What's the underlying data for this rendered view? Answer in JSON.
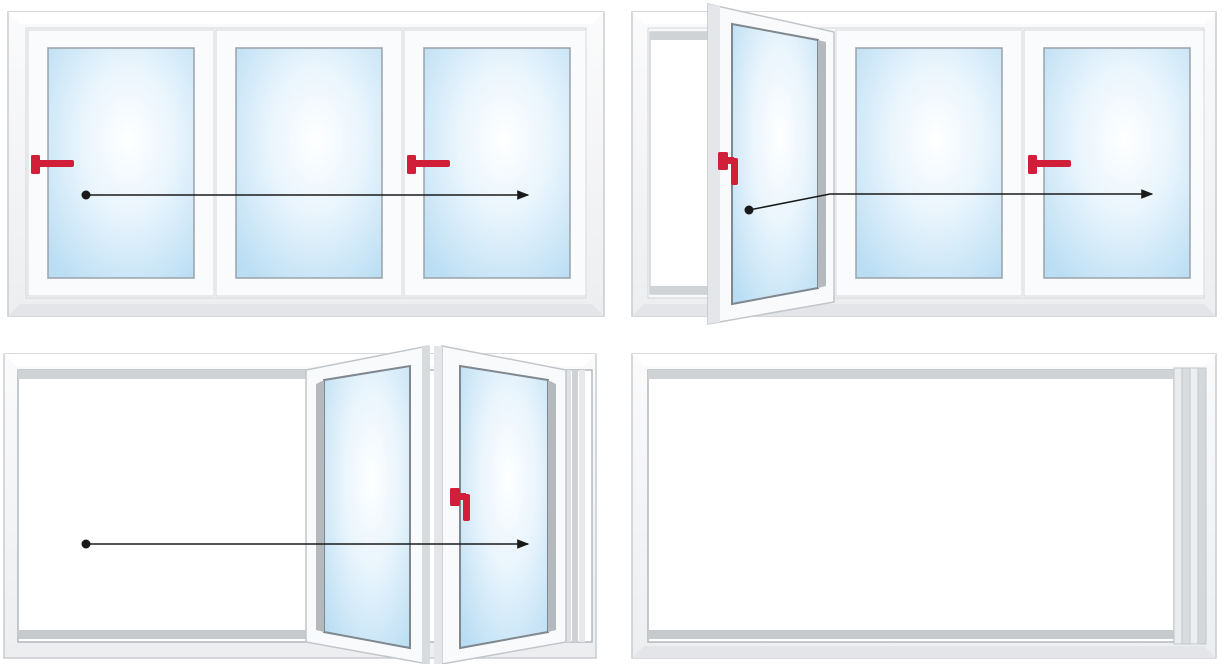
{
  "diagram": {
    "panel_count": 4,
    "panels": [
      {
        "state": "closed",
        "sashes": 3,
        "handles": 2,
        "arrow": "slide-right"
      },
      {
        "state": "first-sash-opened",
        "sashes": 3,
        "handles": 2,
        "arrow": "slide-right"
      },
      {
        "state": "two-sashes-folding",
        "sashes": 2,
        "handles": 1,
        "arrow": "slide-right"
      },
      {
        "state": "fully-folded-open",
        "sashes": 0,
        "handles": 0,
        "arrow": "none"
      }
    ]
  },
  "colors": {
    "frame": "#f5f6f7",
    "frame_shadow": "#d4d6d9",
    "glass_center": "#ffffff",
    "glass_edge": "#bfe0f5",
    "handle": "#d11f3a",
    "arrow": "#1a1a1a"
  }
}
